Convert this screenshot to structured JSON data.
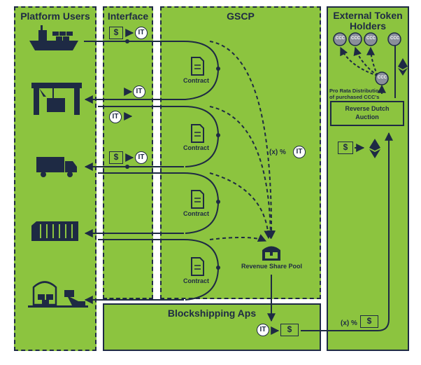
{
  "panels": {
    "platform_users": "Platform Users",
    "interface": "Interface",
    "gscp": "GSCP",
    "external": "External Token\nHolders",
    "apps": "Blockshipping Aps"
  },
  "contracts": [
    "Contract",
    "Contract",
    "Contract",
    "Contract"
  ],
  "tokens": {
    "it": "IT",
    "dollar": "$",
    "ccc": "CCC"
  },
  "labels": {
    "pct_it": "(x) %",
    "pct_dollar": "(x) %",
    "revenue_pool": "Revenue Share Pool",
    "pro_rata_line1": "Pro Rata Distribution",
    "pro_rata_line2": "of purchased CCC's",
    "auction_line1": "Reverse Dutch",
    "auction_line2": "Auction"
  },
  "icons": [
    "ship-icon",
    "gantry-crane-icon",
    "truck-icon",
    "container-icon",
    "warehouse-icon",
    "ethereum-icon",
    "treasure-chest-icon",
    "document-icon"
  ],
  "colors": {
    "green": "#8cc43f",
    "navy": "#1e2a44",
    "grey": "#8a8f9a"
  }
}
